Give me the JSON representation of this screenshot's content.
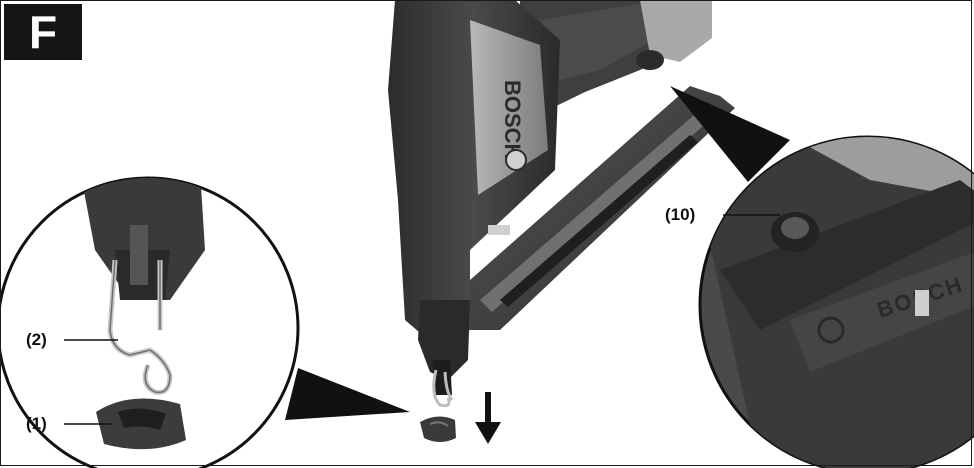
{
  "figure": {
    "letter": "F",
    "labels": {
      "part_2": "(2)",
      "part_1": "(1)",
      "part_10": "(10)"
    }
  },
  "brand": {
    "tool_text": "BOSCH",
    "detail_text": "BOSCH"
  },
  "colors": {
    "badge": "#151515",
    "tool_body": "#3b3b3d",
    "tool_dark": "#232325",
    "tool_light": "#9a9a9c",
    "metal": "#c9c9c9",
    "circle_fill": "#4a4a4c"
  },
  "icons": [
    "down-arrow-icon",
    "bosch-logo-icon"
  ]
}
